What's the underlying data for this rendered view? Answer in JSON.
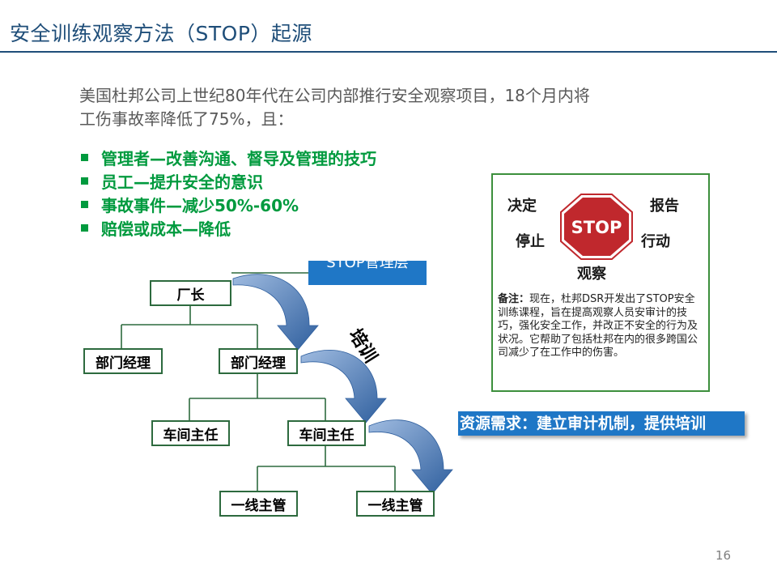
{
  "slide": {
    "title": "安全训练观察方法（STOP）起源",
    "intro_line1": "美国杜邦公司上世纪80年代在公司内部推行安全观察项目，18个月内将",
    "intro_line2": "工伤事故率降低了75%，且：",
    "bullets": [
      "管理者—改善沟通、督导及管理的技巧",
      "员工—提升安全的意识",
      "事故事件—减少50%-60%",
      "赔偿或成本—降低"
    ],
    "page_number": "16"
  },
  "org_chart": {
    "stop_management_label": "STOP管理层",
    "director": "厂长",
    "dept_manager_left": "部门经理",
    "dept_manager_right": "部门经理",
    "workshop_supervisor_left": "车间主任",
    "workshop_supervisor_right": "车间主任",
    "frontline_supervisor_left": "一线主管",
    "frontline_supervisor_right": "一线主管",
    "training_label": "培训"
  },
  "stop_panel": {
    "decide": "决定",
    "report": "报告",
    "stop": "停止",
    "act": "行动",
    "observe": "观察",
    "sign_text": "STOP",
    "note_label": "备注：",
    "note_text": "现在，杜邦DSR开发出了STOP安全训练课程，旨在提高观察人员安审计的技巧，强化安全工作，并改正不安全的行为及状况。它帮助了包括杜邦在内的很多跨国公司减少了在工作中的伤害。"
  },
  "resource_banner": "资源需求：建立审计机制，提供培训",
  "colors": {
    "title_blue": "#1f4e79",
    "bullet_green": "#009a3e",
    "banner_blue": "#1f77c6",
    "stop_red": "#c0282d",
    "arrow_blue": "#3a6ea8"
  }
}
